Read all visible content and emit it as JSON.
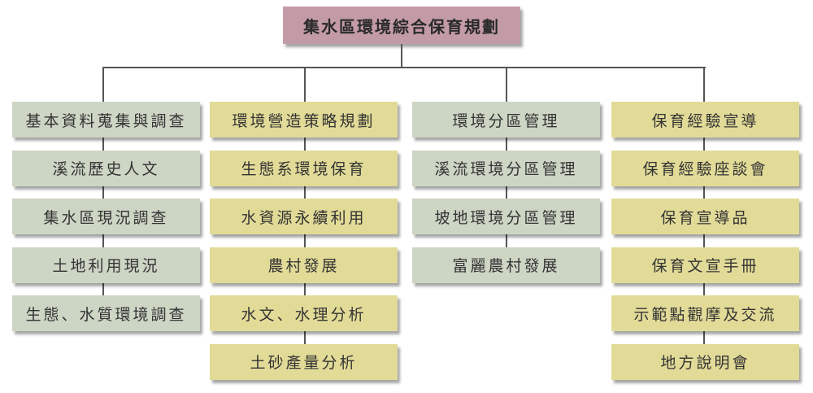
{
  "title": "集水區環境綜合保育規劃",
  "colors": {
    "title": "#c39ba6",
    "green": "#cdd5c5",
    "yellow": "#e2db98",
    "line": "#555555"
  },
  "columns": [
    {
      "color": "green",
      "items": [
        "基本資料蒐集與調查",
        "溪流歷史人文",
        "集水區現況調查",
        "土地利用現況",
        "生態、水質環境調查"
      ]
    },
    {
      "color": "yellow",
      "items": [
        "環境營造策略規劃",
        "生態系環境保育",
        "水資源永續利用",
        "農村發展",
        "水文、水理分析",
        "土砂產量分析"
      ]
    },
    {
      "color": "green",
      "items": [
        "環境分區管理",
        "溪流環境分區管理",
        "坡地環境分區管理",
        "富麗農村發展"
      ]
    },
    {
      "color": "yellow",
      "items": [
        "保育經驗宣導",
        "保育經驗座談會",
        "保育宣導品",
        "保育文宣手冊",
        "示範點觀摩及交流",
        "地方說明會"
      ]
    }
  ]
}
